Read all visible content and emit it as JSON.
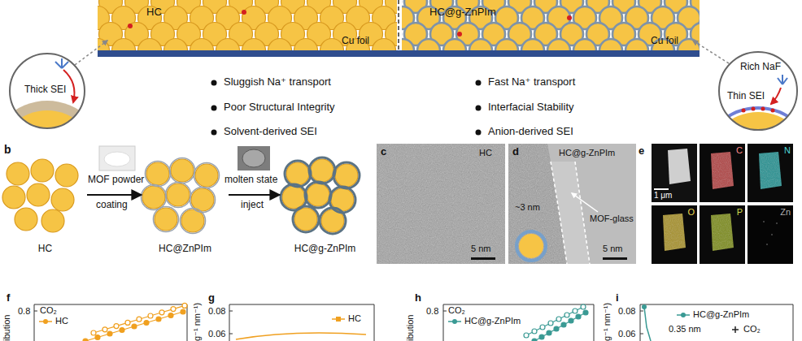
{
  "diagram": {
    "nodes": [
      {
        "text": [
          "Thick SEI"
        ]
      },
      {
        "text": [
          "Rich NaF",
          "Thin SEI"
        ]
      },
      {
        "text": [
          "HC"
        ]
      },
      {
        "text": [
          "HC@ZnPIm"
        ]
      },
      {
        "text": [
          "HC@g-ZnPIm"
        ]
      },
      {
        "text": [
          "c",
          "HC",
          "5 nm"
        ]
      },
      {
        "text": [
          "d",
          "HC@g-ZnPIm",
          "~3 nm",
          "MOF-glass",
          "5 nm"
        ]
      },
      {
        "text": [
          "e"
        ]
      },
      {
        "text": [
          "1 μm"
        ],
        "in": 7
      },
      {
        "text": [
          "C"
        ],
        "in": 7
      },
      {
        "text": [
          "N"
        ],
        "in": 7
      },
      {
        "text": [
          "O"
        ],
        "in": 7
      },
      {
        "text": [
          "P"
        ],
        "in": 7
      },
      {
        "text": [
          "Zn"
        ],
        "in": 7
      },
      {
        "text": [
          "f",
          "CO₂",
          "HC"
        ]
      },
      {
        "text": [
          "g",
          "HC"
        ]
      },
      {
        "text": [
          "h",
          "CO₂",
          "HC@g-ZnPIm"
        ]
      },
      {
        "text": [
          "i",
          "HC@g-ZnPIm",
          "0.35 nm",
          "CO₂"
        ]
      }
    ],
    "edges": [
      {
        "from": 2,
        "to": 3,
        "arrow": "to"
      },
      {
        "from": 3,
        "to": 4,
        "arrow": "to"
      }
    ],
    "labels": [
      "HC",
      "HC@g-ZnPIm",
      "Cu foil",
      "Cu foil",
      "Sluggish Na⁺ transport",
      "Poor Structural Integrity",
      "Solvent-derived SEI",
      "Fast Na⁺ transport",
      "Interfacial Stability",
      "Anion-derived SEI",
      "b",
      "MOF powder",
      "coating",
      "molten state",
      "inject",
      "ibution",
      "0.8",
      "g⁻¹ nm⁻¹)",
      "0.08",
      "0.06",
      "ibution",
      "0.8",
      "g⁻¹ nm⁻¹)",
      "0.08",
      "0.06"
    ]
  }
}
